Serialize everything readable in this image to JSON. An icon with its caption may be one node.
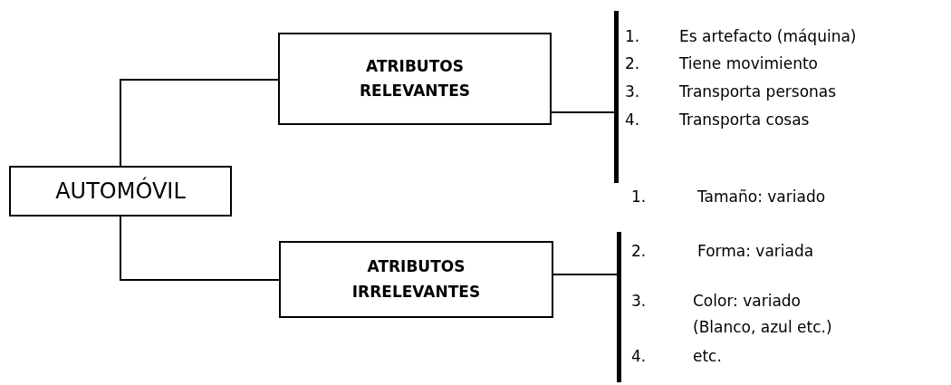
{
  "diagram": {
    "nodes": [
      {
        "text": [
          "AUTOMÓVIL"
        ]
      },
      {
        "text": [
          "ATRIBUTOS RELEVANTES"
        ]
      },
      {
        "text": [
          "ATRIBUTOS IRRELEVANTES"
        ]
      },
      {
        "text": [],
        "shape": "bar"
      },
      {
        "text": [],
        "shape": "bar"
      }
    ],
    "edges": [
      {
        "from": 0,
        "to": 1,
        "arrow": "none"
      },
      {
        "from": 0,
        "to": 2,
        "arrow": "none"
      },
      {
        "from": 1,
        "to": 3,
        "arrow": "none"
      },
      {
        "from": 2,
        "to": 4,
        "arrow": "none"
      }
    ],
    "labels": [
      "1.",
      "Es artefacto (máquina)",
      "2.",
      "Tiene movimiento",
      "3.",
      "Transporta personas",
      "4.",
      "Transporta cosas",
      "1.",
      "Tamaño: variado",
      "2.",
      "Forma: variada",
      "3.",
      "Color: variado (Blanco, azul etc.)",
      "4.",
      "etc."
    ]
  }
}
